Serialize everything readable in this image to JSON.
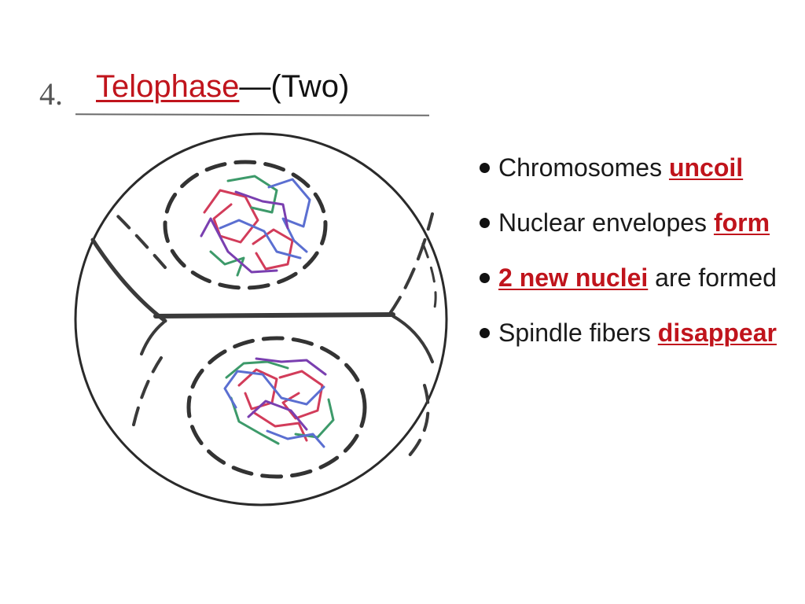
{
  "title": {
    "number": "4.",
    "phase": "Telophase",
    "suffix": "—(Two)"
  },
  "bullets": [
    {
      "before": "Chromosomes ",
      "highlight": "uncoil",
      "after": ""
    },
    {
      "before": "Nuclear envelopes ",
      "highlight": "form",
      "after": ""
    },
    {
      "before": "",
      "highlight": "2 new nuclei",
      "after": " are formed"
    },
    {
      "before": "Spindle fibers ",
      "highlight": "disappear",
      "after": ""
    }
  ],
  "colors": {
    "accent_red": "#c0141c",
    "chromosome_red": "#d23c5a",
    "chromosome_blue": "#5b6fd1",
    "chromosome_green": "#3d9a6a",
    "chromosome_purple": "#7a3fb0"
  }
}
